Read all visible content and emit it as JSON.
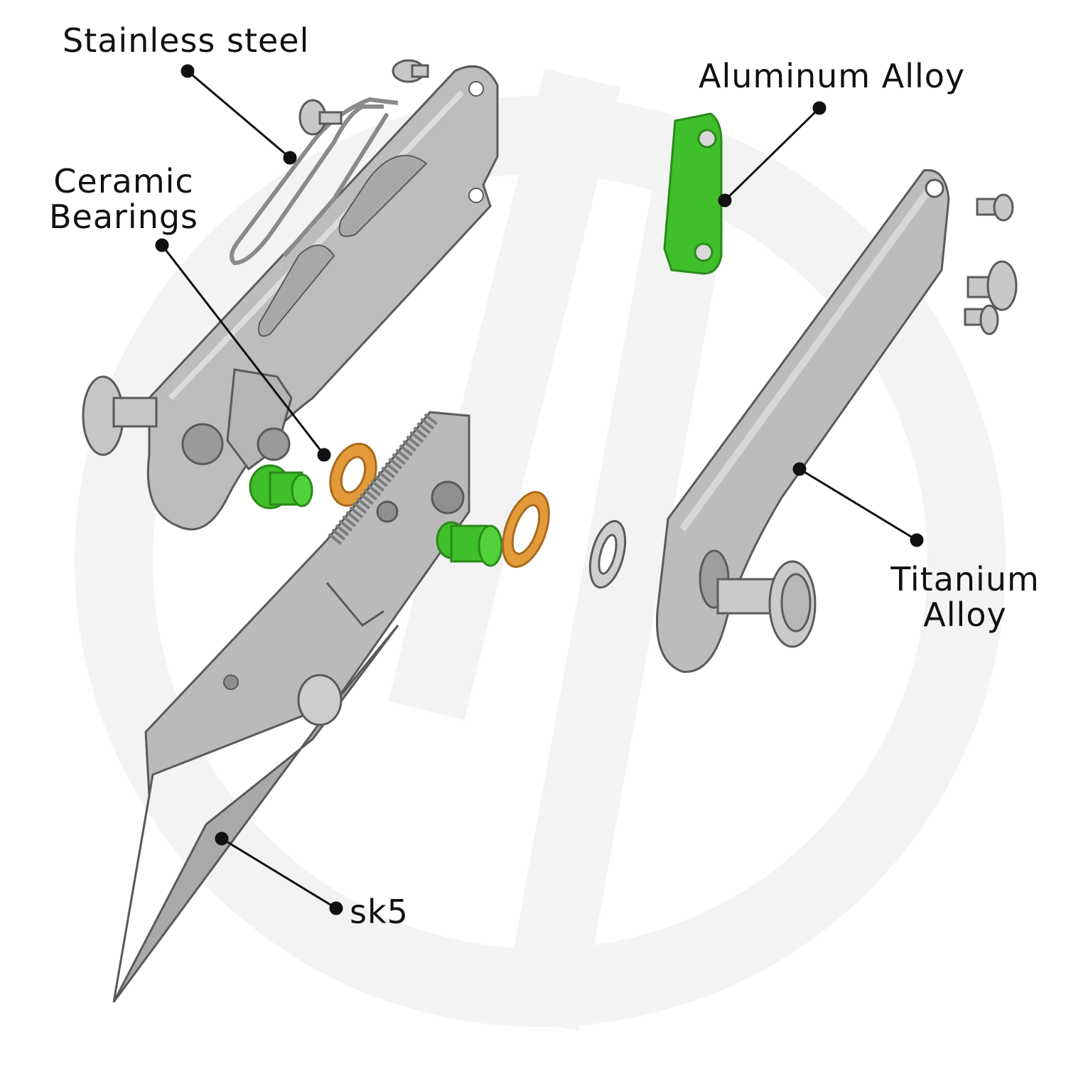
{
  "labels": {
    "stainless_steel": "Stainless steel",
    "aluminum_alloy": "Aluminum Alloy",
    "ceramic_line1": "Ceramic",
    "ceramic_line2": "Bearings",
    "titanium_line1": "Titanium",
    "titanium_line2": "Alloy",
    "sk5": "sk5"
  },
  "colors": {
    "metal": "#b9b9b9",
    "metal_light": "#d2d2d2",
    "metal_dark": "#8e8e8e",
    "outline": "#555555",
    "green": "#3fbf2a",
    "green_dark": "#2a8a1a",
    "orange": "#e39a3a",
    "orange_dark": "#a86a1e",
    "leader": "#111111",
    "watermark": "#f2f2f2"
  }
}
